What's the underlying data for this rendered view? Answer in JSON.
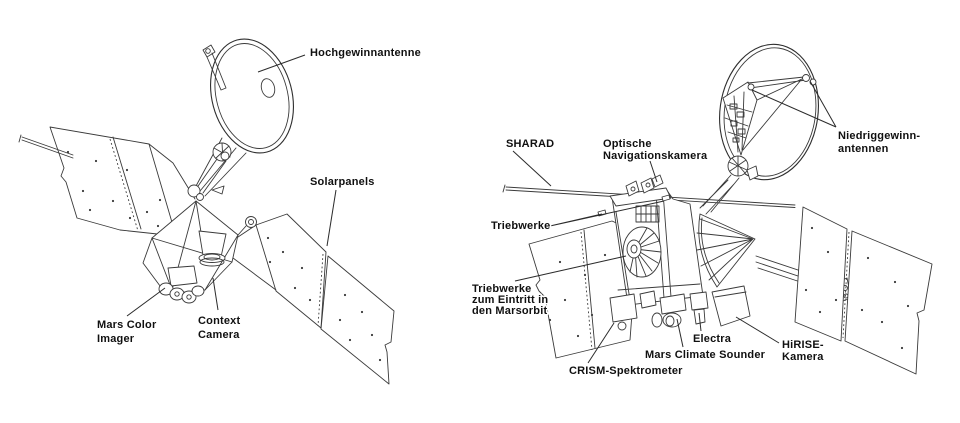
{
  "figure": {
    "type": "technical-line-diagram",
    "views": [
      "spacecraft-front-left-view",
      "spacecraft-rear-right-view"
    ]
  },
  "colors": {
    "background": "#ffffff",
    "ink": "#101010",
    "line": "#3a3a3a"
  },
  "labels": {
    "hochgewinnantenne": {
      "text": "Hochgewinnantenne"
    },
    "solarpanels": {
      "text": "Solarpanels"
    },
    "mars_color_imager": {
      "lines": [
        "Mars Color",
        "Imager"
      ]
    },
    "context_camera": {
      "lines": [
        "Context",
        "Camera"
      ]
    },
    "sharad": {
      "text": "SHARAD"
    },
    "optische_navigationskamera": {
      "lines": [
        "Optische",
        "Navigationskamera"
      ]
    },
    "niedriggewinnantennen": {
      "lines": [
        "Niedriggewinn-",
        "antennen"
      ]
    },
    "triebwerke": {
      "text": "Triebwerke"
    },
    "triebwerke_eintritt": {
      "lines": [
        "Triebwerke",
        "zum Eintritt in",
        "den Marsorbit"
      ]
    },
    "crism_spektrometer": {
      "text": "CRISM-Spektrometer"
    },
    "mars_climate_sounder": {
      "text": "Mars Climate Sounder"
    },
    "electra": {
      "text": "Electra"
    },
    "hirise_kamera": {
      "lines": [
        "HiRISE-",
        "Kamera"
      ]
    }
  }
}
